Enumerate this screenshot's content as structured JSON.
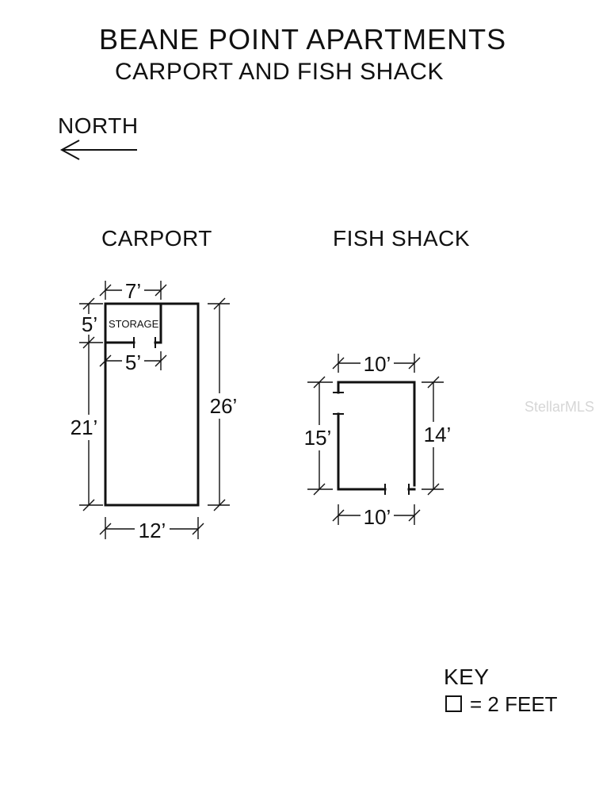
{
  "title": "BEANE POINT APARTMENTS",
  "subtitle": "CARPORT AND FISH SHACK",
  "north": {
    "label": "NORTH",
    "icon": "arrow-left-icon"
  },
  "carport": {
    "label": "CARPORT",
    "storage_label": "STORAGE",
    "dims": {
      "storage_width": "7’",
      "storage_depth": "5’",
      "storage_door_offset": "5’",
      "lower_length": "21’",
      "total_length": "26’",
      "width": "12’"
    }
  },
  "fish_shack": {
    "label": "FISH SHACK",
    "dims": {
      "top": "10’",
      "left": "15’",
      "right": "14’",
      "bottom": "10’"
    }
  },
  "key": {
    "label": "KEY",
    "scale_text": "= 2 FEET",
    "icon": "square-icon"
  },
  "watermark": "StellarMLS"
}
